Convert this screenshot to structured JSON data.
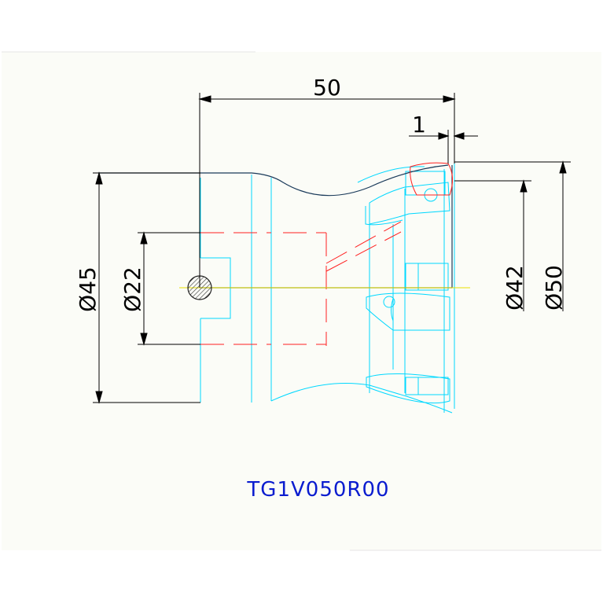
{
  "drawing": {
    "part_number": "TG1V050R00",
    "colors": {
      "background": "#ffffff",
      "panel": "#fbfcf7",
      "dimension": "#000000",
      "outline": "#1a3a5a",
      "cyan": "#00d8ff",
      "red": "#ff2020",
      "center": "#e8e000",
      "part_number": "#0a1ccf"
    },
    "dimensions": {
      "length": "50",
      "offset": "1",
      "body_dia": "Ø45",
      "bore_dia": "Ø22",
      "inner_dia": "Ø42",
      "cutting_dia": "Ø50"
    }
  }
}
